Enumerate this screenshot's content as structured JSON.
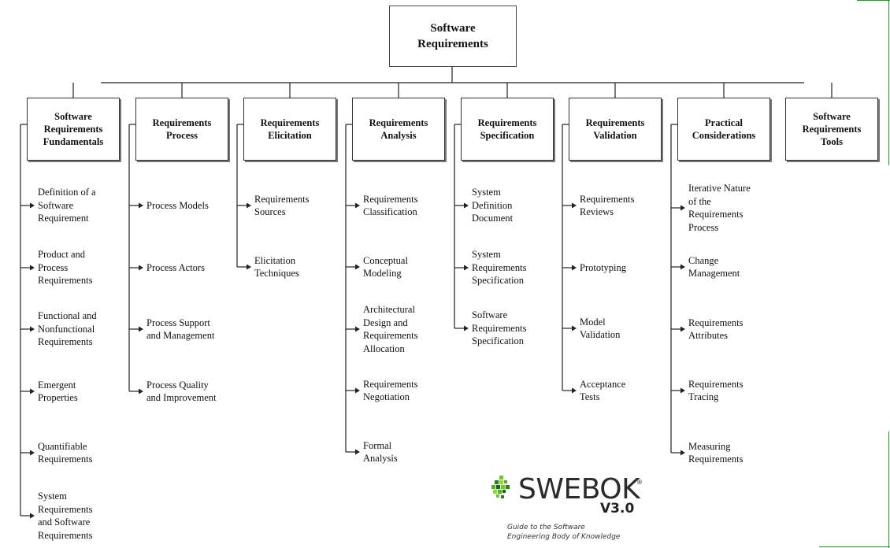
{
  "root": {
    "label": "Software\nRequirements"
  },
  "columns": [
    {
      "title": "Software\nRequirements\nFundamentals",
      "items": [
        "Definition of a\nSoftware\nRequirement",
        "Product and\nProcess\nRequirements",
        "Functional and\nNonfunctional\nRequirements",
        "Emergent\nProperties",
        "Quantifiable\nRequirements",
        "System\nRequirements\nand Software\nRequirements"
      ]
    },
    {
      "title": "Requirements\nProcess",
      "items": [
        "Process Models",
        "Process Actors",
        "Process Support\nand Management",
        "Process Quality\nand Improvement"
      ]
    },
    {
      "title": "Requirements\nElicitation",
      "items": [
        "Requirements\nSources",
        "Elicitation\nTechniques"
      ]
    },
    {
      "title": "Requirements\nAnalysis",
      "items": [
        "Requirements\nClassification",
        "Conceptual\nModeling",
        "Architectural\nDesign and\nRequirements\nAllocation",
        "Requirements\nNegotiation",
        "Formal\nAnalysis"
      ]
    },
    {
      "title": "Requirements\nSpecification",
      "items": [
        "System\nDefinition\nDocument",
        "System\nRequirements\nSpecification",
        "Software\nRequirements\nSpecification"
      ]
    },
    {
      "title": "Requirements\nValidation",
      "items": [
        "Requirements\nReviews",
        "Prototyping",
        "Model\nValidation",
        "Acceptance\nTests"
      ]
    },
    {
      "title": "Practical\nConsiderations",
      "items": [
        "Iterative Nature\nof the\nRequirements\nProcess",
        "Change\nManagement",
        "Requirements\nAttributes",
        "Requirements\nTracing",
        "Measuring\nRequirements"
      ]
    },
    {
      "title": "Software\nRequirements\nTools",
      "items": []
    }
  ],
  "logo": {
    "word": "SWEBOK",
    "registered": "®",
    "version": "V3.0",
    "tagline": "Guide to the Software\nEngineering Body of Knowledge"
  },
  "colors": {
    "line": "#222222",
    "frame": "#3c8a3c"
  }
}
